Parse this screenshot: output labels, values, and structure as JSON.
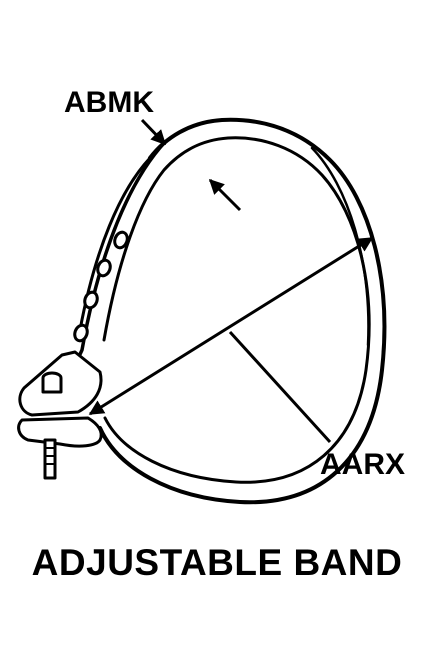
{
  "diagram": {
    "labels": {
      "band_width_callout": "ABMK",
      "diameter_callout": "AARX"
    },
    "caption": "ADJUSTABLE BAND"
  },
  "colors": {
    "line": "#000000",
    "background": "#ffffff"
  }
}
